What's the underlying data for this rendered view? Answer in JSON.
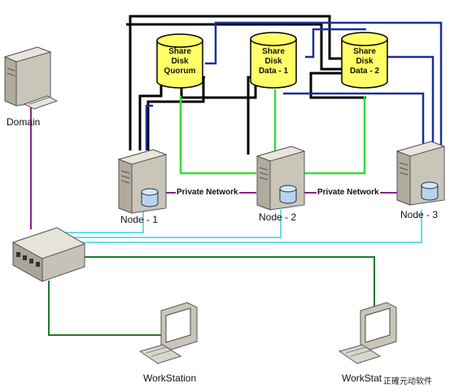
{
  "colors": {
    "black_link": "#000000",
    "blue_link": "#1b2e9e",
    "green_link": "#33dd33",
    "cyan_link": "#66e0e6",
    "purple_link": "#882288",
    "darkgreen_link": "#1f7a2a",
    "disk_fill": "#ffff66",
    "server_body": "#d9d6cc"
  },
  "disks": [
    {
      "line1": "Share",
      "line2": "Disk",
      "line3": "Quorum"
    },
    {
      "line1": "Share",
      "line2": "Disk",
      "line3": "Data - 1"
    },
    {
      "line1": "Share",
      "line2": "Disk",
      "line3": "Data - 2"
    }
  ],
  "nodes": [
    {
      "label": "Node - 1"
    },
    {
      "label": "Node - 2"
    },
    {
      "label": "Node - 3"
    }
  ],
  "private_network": {
    "left_label": "Private Network",
    "right_label": "Private Network"
  },
  "domain": {
    "label": "Domain"
  },
  "workstations": [
    {
      "label": "WorkStation"
    },
    {
      "label": "WorkStat"
    }
  ],
  "watermark": "正確元动软件"
}
